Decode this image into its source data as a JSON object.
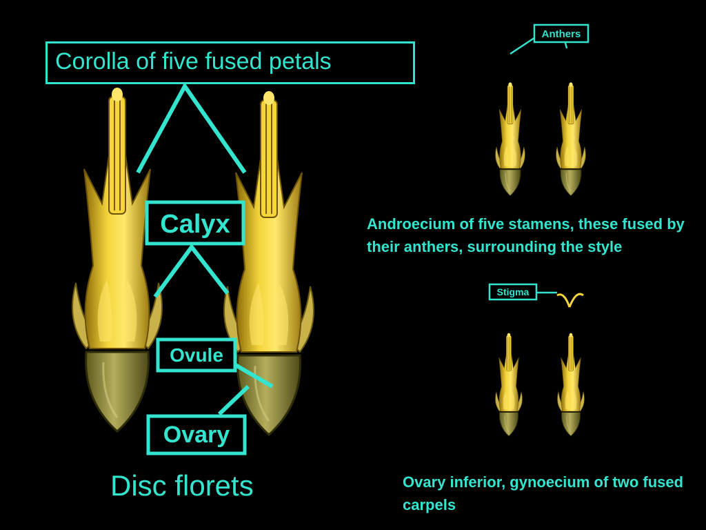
{
  "labels": {
    "corolla": "Corolla of five fused petals",
    "calyx": "Calyx",
    "ovule": "Ovule",
    "ovary": "Ovary",
    "anthers": "Anthers",
    "stigma": "Stigma",
    "disc_florets": "Disc florets"
  },
  "captions": {
    "androecium": "Androecium of five stamens, these fused by their anthers, surrounding the style",
    "ovary_inferior": "Ovary inferior, gynoecium of two fused carpels"
  },
  "colors": {
    "background": "#000000",
    "label": "#33e5cf",
    "petal": "#e8c62a",
    "ovary": "#8d8b3a"
  }
}
